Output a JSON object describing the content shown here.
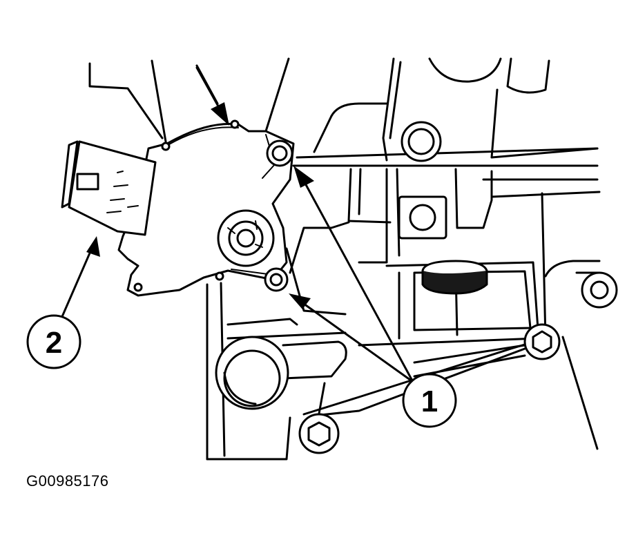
{
  "figure": {
    "id_code": "G00985176"
  },
  "callouts": [
    {
      "label": "1",
      "part": "bolt"
    },
    {
      "label": "2",
      "part": "connector"
    }
  ],
  "colors": {
    "ink": "#000000",
    "paper": "#ffffff"
  }
}
